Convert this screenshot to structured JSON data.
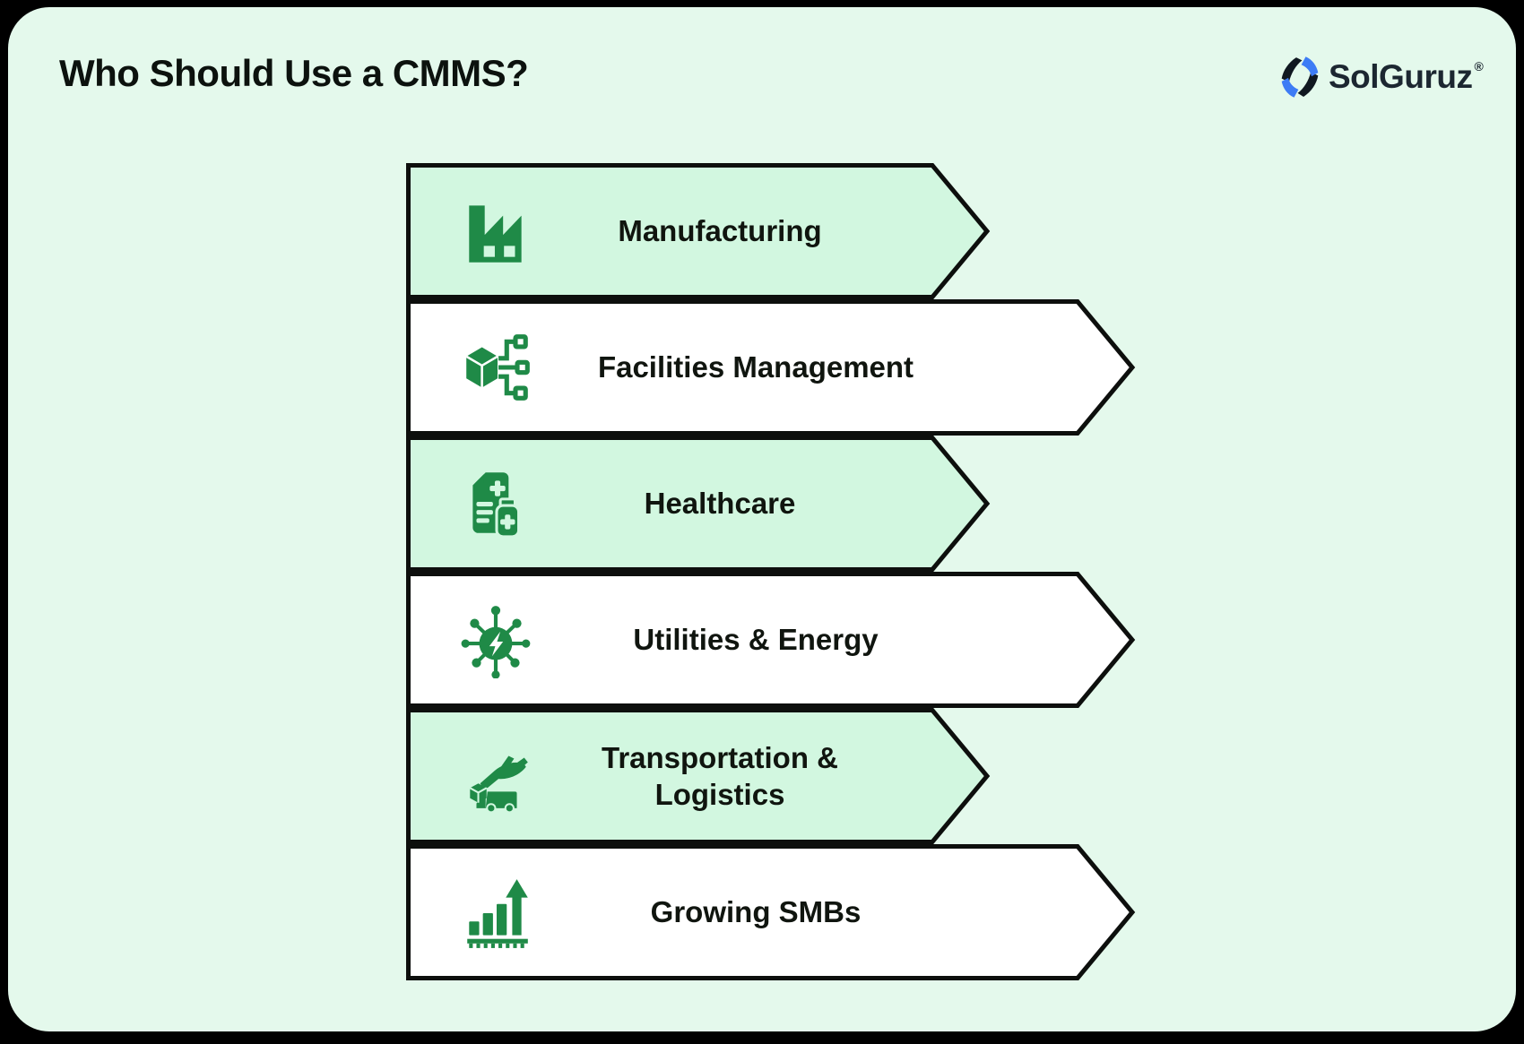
{
  "title": "Who Should Use a CMMS?",
  "logo": {
    "text": "SolGuruz",
    "registered_mark": "®"
  },
  "colors": {
    "frame": "#000000",
    "background": "#e4f9ec",
    "banner_green": "#d2f7e0",
    "banner_white": "#ffffff",
    "outline": "#0d0f0d",
    "icon_green": "#1f8a47",
    "logo_blue": "#3d7cf5",
    "logo_dark": "#1c2731"
  },
  "rows": [
    {
      "label": "Manufacturing",
      "icon": "factory-icon",
      "variant": "green"
    },
    {
      "label": "Facilities Management",
      "icon": "cube-network-icon",
      "variant": "white"
    },
    {
      "label": "Healthcare",
      "icon": "medical-document-icon",
      "variant": "green"
    },
    {
      "label": "Utilities & Energy",
      "icon": "energy-icon",
      "variant": "white"
    },
    {
      "label": "Transportation & Logistics",
      "icon": "transport-logistics-icon",
      "variant": "green"
    },
    {
      "label": "Growing SMBs",
      "icon": "growth-chart-icon",
      "variant": "white"
    }
  ]
}
